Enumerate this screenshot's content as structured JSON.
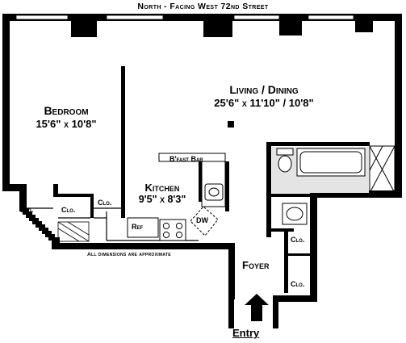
{
  "street_label": "North - Facing West 72nd Street",
  "rooms": {
    "living": {
      "name": "Living / Dining",
      "dims": "25'6\" x 11'10\" / 10'8\""
    },
    "bedroom": {
      "name": "Bedroom",
      "dims": "15'6\" x 10'8\""
    },
    "kitchen": {
      "name": "Kitchen",
      "dims": "9'5\" x 8'3\""
    },
    "foyer": {
      "name": "Foyer"
    }
  },
  "labels": {
    "bfast_bar": "B'fast Bar",
    "closet": "Clo.",
    "ref": "Ref",
    "dw": "DW",
    "disclaimer": "All dimensions are approximate",
    "entry": "Entry"
  }
}
